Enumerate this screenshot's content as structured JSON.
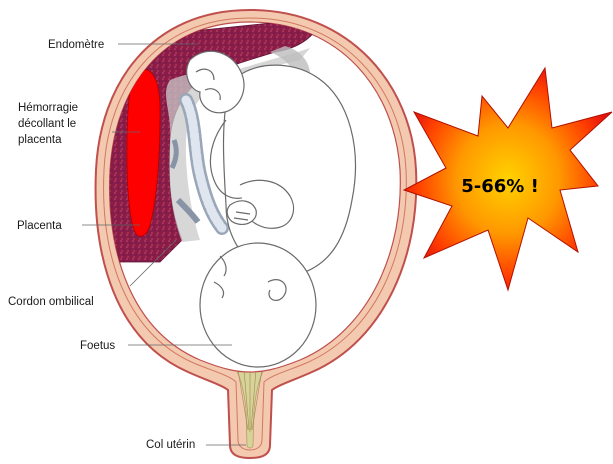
{
  "labels": {
    "endometre": "Endomètre",
    "hemorragie": "Hémorragie\ndécollant le\nplacenta",
    "placenta": "Placenta",
    "cordon": "Cordon ombilical",
    "foetus": "Foetus",
    "col": "Col utérin"
  },
  "badge": {
    "text": "5-66% !"
  },
  "colors": {
    "uterus_wall": "#f3c9b0",
    "uterus_outline": "#c0504d",
    "placenta_fill": "#8b1d45",
    "hemorrhage": "#ff0000",
    "cervix_mucus": "#d7d39a",
    "burst_outer": "#e81c0c",
    "burst_inner": "#ffae00"
  }
}
